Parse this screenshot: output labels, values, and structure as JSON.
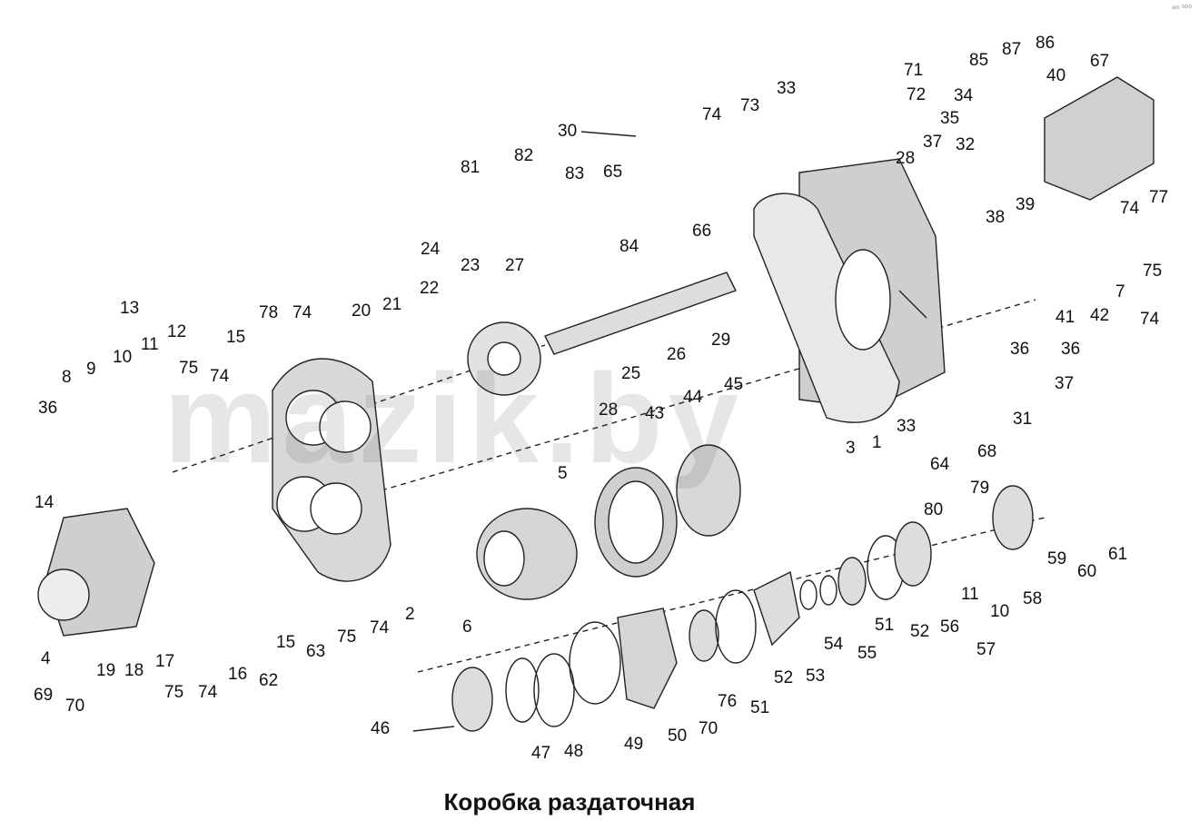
{
  "title": "Коробка раздаточная",
  "watermark": "mazik.by",
  "corner_mark": "ᵃᵐ ⁰⁰⁰",
  "callouts": [
    "33",
    "71",
    "72",
    "34",
    "35",
    "85",
    "87",
    "86",
    "40",
    "67",
    "30",
    "74",
    "73",
    "82",
    "81",
    "83",
    "65",
    "84",
    "66",
    "28",
    "37",
    "32",
    "38",
    "39",
    "74",
    "77",
    "24",
    "27",
    "23",
    "22",
    "21",
    "20",
    "26",
    "29",
    "25",
    "36",
    "41",
    "42",
    "7",
    "75",
    "74",
    "13",
    "12",
    "11",
    "10",
    "9",
    "8",
    "36",
    "78",
    "74",
    "15",
    "75",
    "74",
    "28",
    "5",
    "43",
    "44",
    "45",
    "3",
    "1",
    "33",
    "31",
    "68",
    "64",
    "37",
    "14",
    "36",
    "79",
    "80",
    "61",
    "59",
    "60",
    "58",
    "11",
    "10",
    "57",
    "56",
    "52",
    "51",
    "55",
    "54",
    "53",
    "52",
    "51",
    "6",
    "4",
    "69",
    "70",
    "19",
    "18",
    "17",
    "75",
    "74",
    "16",
    "62",
    "15",
    "63",
    "75",
    "74",
    "2",
    "46",
    "47",
    "48",
    "49",
    "50",
    "70",
    "76",
    "51"
  ]
}
